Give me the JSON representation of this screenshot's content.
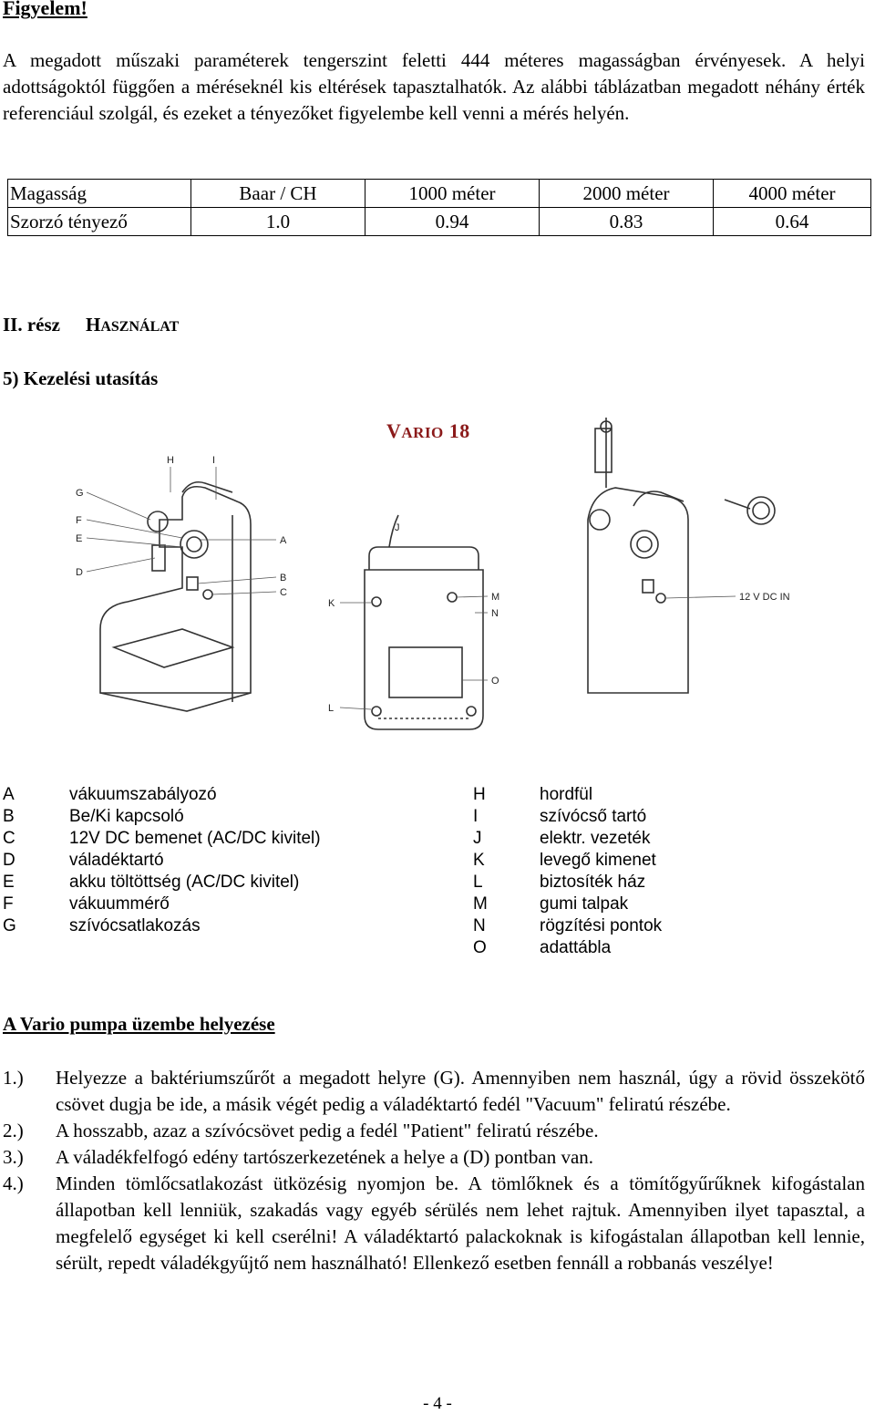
{
  "warning_title": "Figyelem!",
  "intro_text": "A megadott műszaki paraméterek tengerszint feletti 444 méteres magasságban érvényesek. A helyi adottságoktól függően a méréseknél kis eltérések tapasztalhatók. Az alábbi táblázatban megadott néhány érték referenciául szolgál, és ezeket a tényezőket figyelembe kell venni a mérés helyén.",
  "altitude_table": {
    "header": [
      "Magasság",
      "Baar / CH",
      "1000 méter",
      "2000 méter",
      "4000 méter"
    ],
    "row": [
      "Szorzó tényező",
      "1.0",
      "0.94",
      "0.83",
      "0.64"
    ]
  },
  "section": {
    "number": "II. rész",
    "title_first": "H",
    "title_rest": "ASZNÁLAT"
  },
  "subsection": "5) Kezelési utasítás",
  "product": {
    "first": "V",
    "rest": "ARIO",
    "model": "18"
  },
  "diagram_labels": {
    "left": [
      "H",
      "I",
      "G",
      "F",
      "E",
      "A",
      "D",
      "B",
      "C"
    ],
    "middle": [
      "J",
      "K",
      "M",
      "N",
      "O",
      "L"
    ],
    "right": [
      "12 V DC IN"
    ]
  },
  "legend_left": [
    {
      "letter": "A",
      "text": "vákuumszabályozó"
    },
    {
      "letter": "B",
      "text": "Be/Ki kapcsoló"
    },
    {
      "letter": "C",
      "text": "12V DC bemenet (AC/DC kivitel)"
    },
    {
      "letter": "D",
      "text": "váladéktartó"
    },
    {
      "letter": "E",
      "text": "akku töltöttség (AC/DC kivitel)"
    },
    {
      "letter": "F",
      "text": "vákuummérő"
    },
    {
      "letter": "G",
      "text": "szívócsatlakozás"
    }
  ],
  "legend_right": [
    {
      "letter": "H",
      "text": "hordfül"
    },
    {
      "letter": "I",
      "text": "szívócső tartó"
    },
    {
      "letter": "J",
      "text": "elektr. vezeték"
    },
    {
      "letter": "K",
      "text": "levegő kimenet"
    },
    {
      "letter": "L",
      "text": "biztosíték ház"
    },
    {
      "letter": "M",
      "text": "gumi talpak"
    },
    {
      "letter": "N",
      "text": "rögzítési pontok"
    },
    {
      "letter": "O",
      "text": "adattábla"
    }
  ],
  "setup_title": "A Vario pumpa üzembe helyezése",
  "steps": [
    {
      "num": "1.)",
      "text": "Helyezze a baktériumszűrőt a megadott helyre (G). Amennyiben nem használ, úgy a rövid összekötő csövet dugja be ide, a másik végét pedig a váladéktartó fedél \"Vacuum\" feliratú részébe."
    },
    {
      "num": "2.)",
      "text": "A hosszabb, azaz a szívócsövet pedig a fedél \"Patient\" feliratú részébe."
    },
    {
      "num": "3.)",
      "text": "A váladékfelfogó edény tartószerkezetének a helye a (D) pontban van."
    },
    {
      "num": "4.)",
      "text": "Minden tömlőcsatlakozást ütközésig nyomjon be. A tömlőknek és a tömítőgyűrűknek kifogástalan állapotban kell lenniük, szakadás vagy egyéb sérülés nem lehet rajtuk. Amennyiben ilyet tapasztal, a megfelelő egységet ki kell cserélni! A váladéktartó palackoknak is kifogástalan állapotban kell lennie, sérült, repedt váladékgyűjtő nem használható! Ellenkező esetben fennáll a robbanás veszélye!"
    }
  ],
  "page_number": "- 4 -"
}
